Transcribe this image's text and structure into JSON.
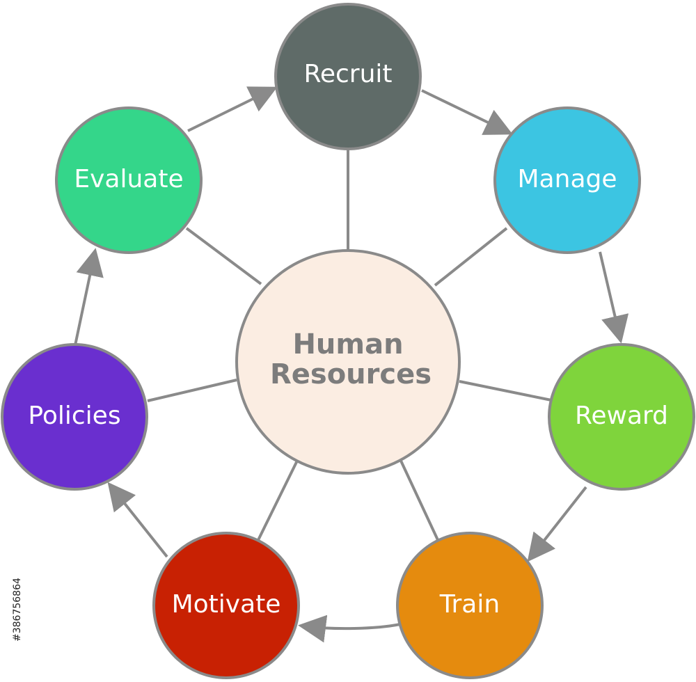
{
  "diagram": {
    "center": {
      "line1": "Human",
      "line2": "Resources",
      "fill": "#fbede2",
      "text_color": "#7c7c7c"
    },
    "nodes": [
      {
        "id": "recruit",
        "label": "Recruit",
        "color": "#5f6b68"
      },
      {
        "id": "manage",
        "label": "Manage",
        "color": "#3cc5e2"
      },
      {
        "id": "reward",
        "label": "Reward",
        "color": "#7fd43c"
      },
      {
        "id": "train",
        "label": "Train",
        "color": "#e58b0e"
      },
      {
        "id": "motivate",
        "label": "Motivate",
        "color": "#c82103"
      },
      {
        "id": "policies",
        "label": "Policies",
        "color": "#6a2fcf"
      },
      {
        "id": "evaluate",
        "label": "Evaluate",
        "color": "#34d68a"
      }
    ],
    "stroke_color": "#8a8a8a",
    "stock_id": "#386756864"
  }
}
